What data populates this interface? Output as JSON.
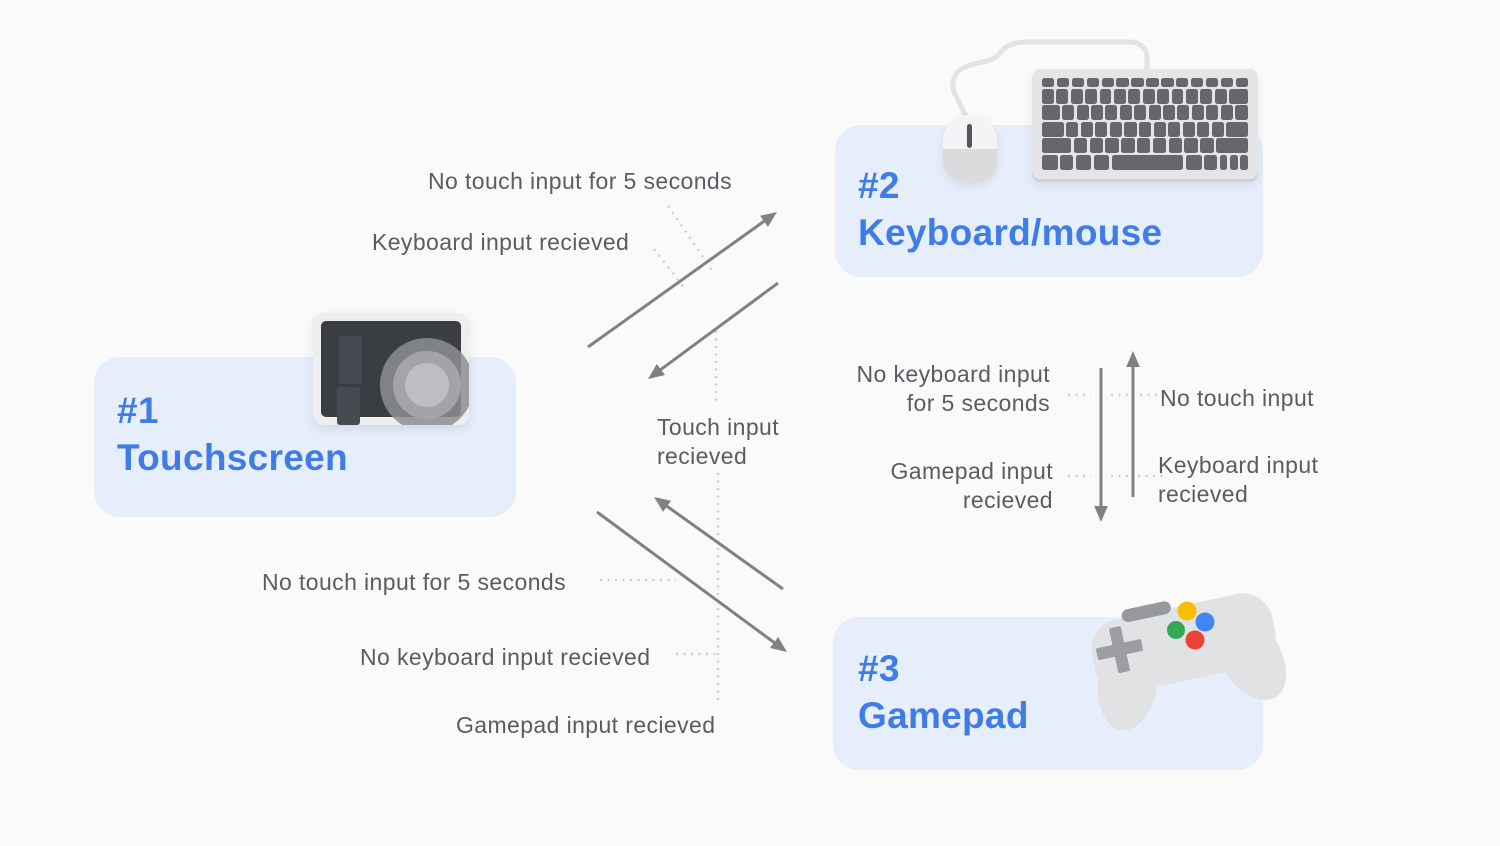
{
  "diagram": {
    "title_implicit": "Input mode transitions",
    "colors": {
      "page-bg": "#fafafb",
      "node-bg": "#e6edfb",
      "accent": "#3f7ce6",
      "label": "#595c60",
      "arrow": "#7f8185",
      "dot": "#cfd0d2"
    },
    "nodes": [
      {
        "id": "touchscreen",
        "number": "#1",
        "label": "Touchscreen",
        "icon": "touchscreen-icon"
      },
      {
        "id": "keyboard-mouse",
        "number": "#2",
        "label": "Keyboard/mouse",
        "icon": "keyboard-mouse-icon"
      },
      {
        "id": "gamepad",
        "number": "#3",
        "label": "Gamepad",
        "icon": "gamepad-icon"
      }
    ],
    "labels": {
      "no_touch_5s_top": "No touch input for 5 seconds",
      "keyboard_received_top": "Keyboard input recieved",
      "touch_received": "Touch input recieved",
      "no_keyboard_5s": "No keyboard input for 5 seconds",
      "gamepad_received_mid": "Gamepad input recieved",
      "no_touch": "No touch input",
      "keyboard_received_mid": "Keyboard input recieved",
      "no_touch_5s_bottom": "No touch input for 5 seconds",
      "no_keyboard_received": "No keyboard input recieved",
      "gamepad_received_bottom": "Gamepad input recieved"
    }
  }
}
